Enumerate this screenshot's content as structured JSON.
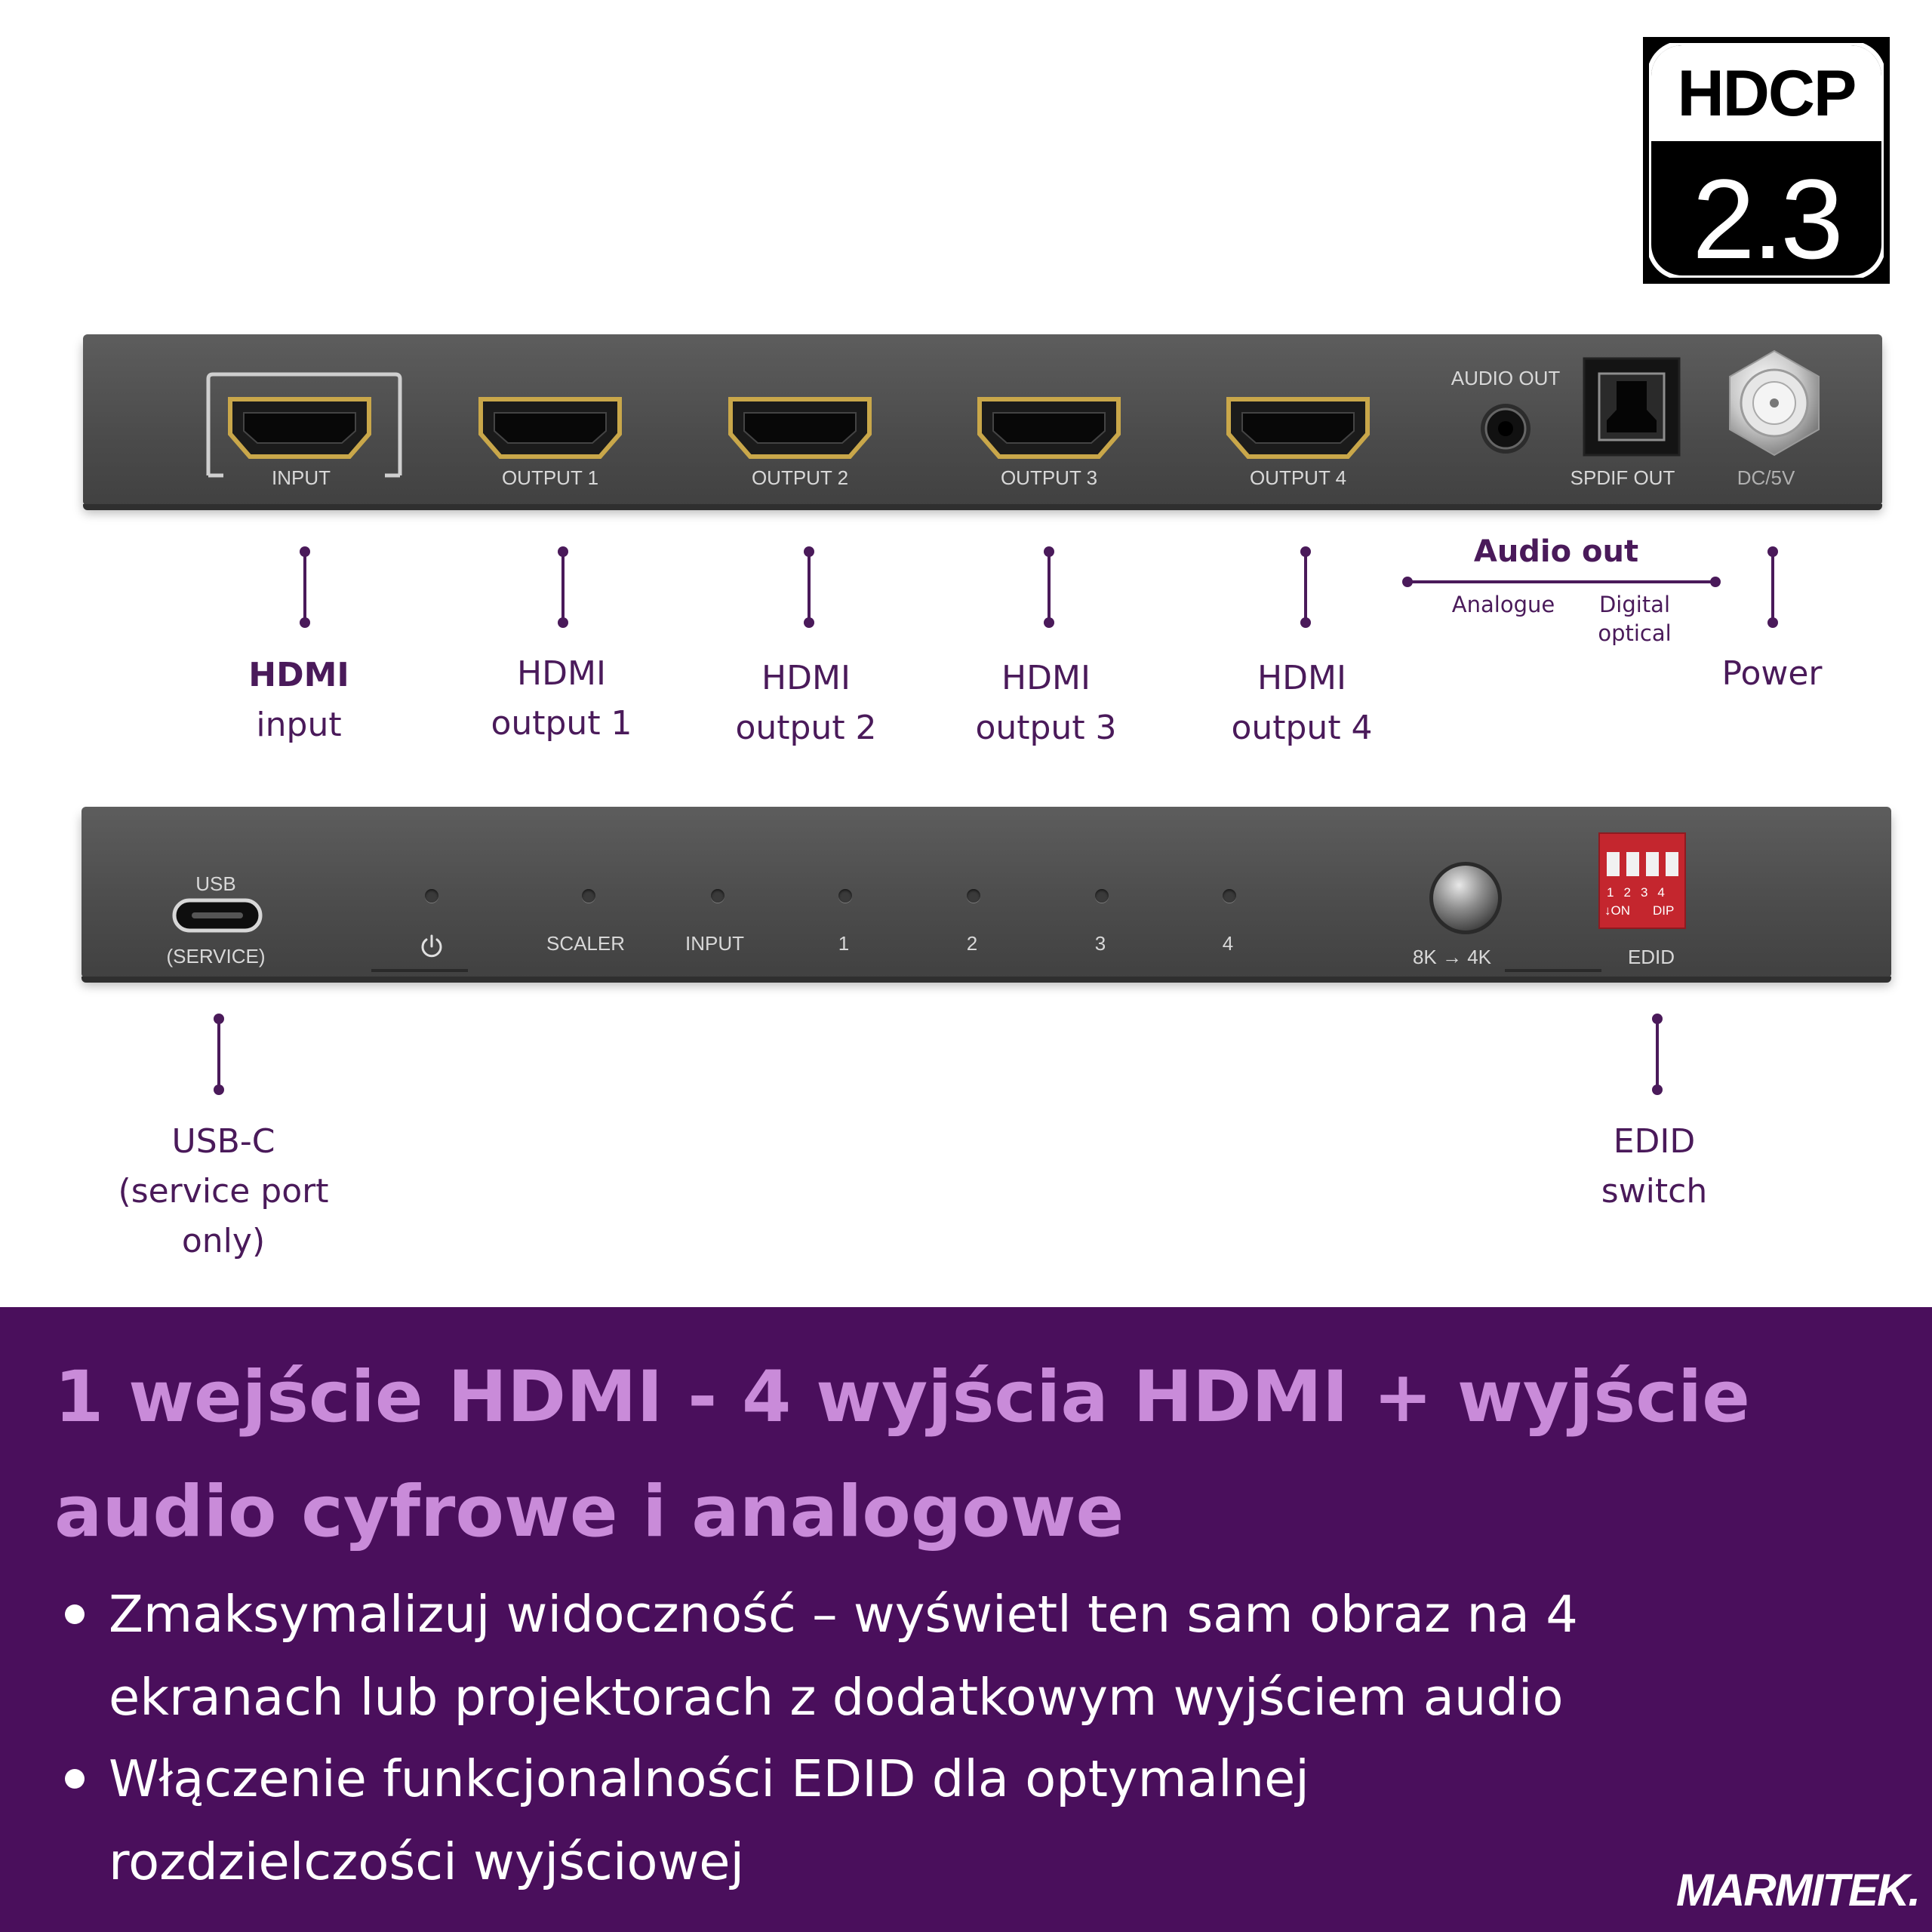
{
  "badge": {
    "line1": "HDCP",
    "line2": "2.3"
  },
  "rear_panel": {
    "ports": [
      {
        "id": "input",
        "label": "INPUT"
      },
      {
        "id": "output1",
        "label": "OUTPUT 1"
      },
      {
        "id": "output2",
        "label": "OUTPUT 2"
      },
      {
        "id": "output3",
        "label": "OUTPUT 3"
      },
      {
        "id": "output4",
        "label": "OUTPUT 4"
      }
    ],
    "audio_out_label": "AUDIO OUT",
    "spdif_label": "SPDIF OUT",
    "dc_label": "DC/5V"
  },
  "rear_callouts": {
    "hdmi_input": {
      "line1": "HDMI",
      "line2": "input"
    },
    "hdmi_output1": {
      "line1": "HDMI",
      "line2": "output 1"
    },
    "hdmi_output2": {
      "line1": "HDMI",
      "line2": "output 2"
    },
    "hdmi_output3": {
      "line1": "HDMI",
      "line2": "output 3"
    },
    "hdmi_output4": {
      "line1": "HDMI",
      "line2": "output 4"
    },
    "audio_out": {
      "title": "Audio out",
      "analogue": "Analogue",
      "digital_line1": "Digital",
      "digital_line2": "optical"
    },
    "power": "Power"
  },
  "front_panel": {
    "usb_label": "USB",
    "usb_service_label": "(SERVICE)",
    "leds": [
      "SCALER",
      "INPUT",
      "1",
      "2",
      "3",
      "4"
    ],
    "scaler_button_label": "8K → 4K",
    "dip_numbers": [
      "1",
      "2",
      "3",
      "4"
    ],
    "dip_on": "↓ON",
    "dip_text": "DIP",
    "edid_label": "EDID"
  },
  "front_callouts": {
    "usb_c": {
      "line1": "USB-C",
      "line2": "(service port",
      "line3": "only)"
    },
    "edid_switch": {
      "line1": "EDID",
      "line2": "switch"
    }
  },
  "headline": {
    "line1": "1 wejście HDMI - 4 wyjścia HDMI + wyjście",
    "line2": "audio cyfrowe i analogowe"
  },
  "bullets": [
    {
      "line1": "Zmaksymalizuj widoczność – wyświetl ten sam obraz na 4",
      "line2": "ekranach lub projektorach z dodatkowym wyjściem audio"
    },
    {
      "line1": "Włączenie funkcjonalności EDID dla optymalnej",
      "line2": "rozdzielczości wyjściowej"
    }
  ],
  "brand": "MARMITEK."
}
